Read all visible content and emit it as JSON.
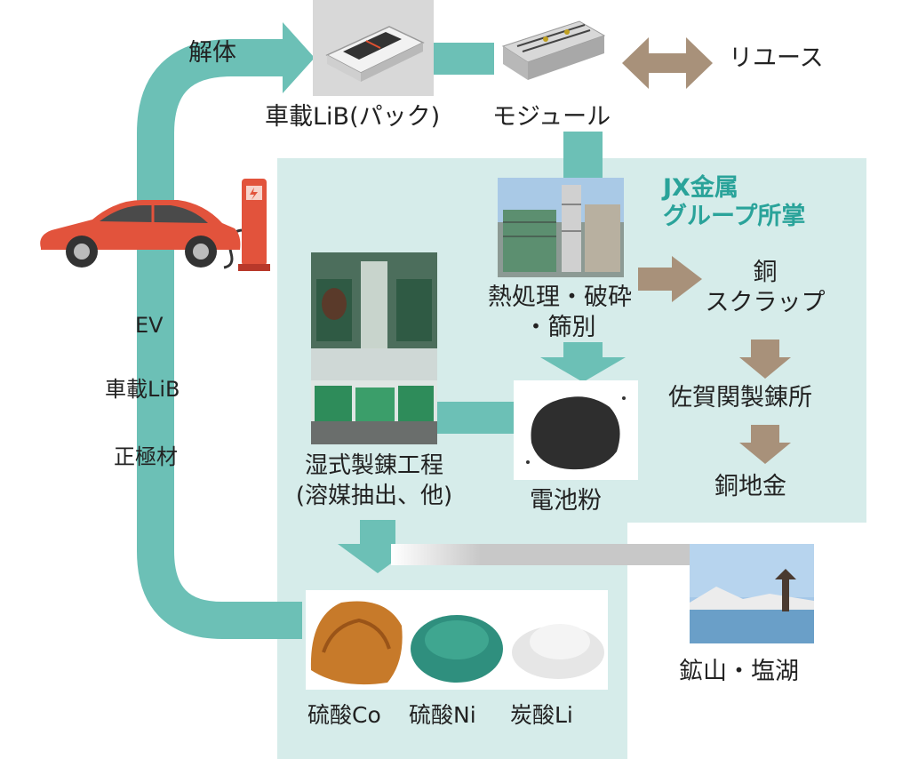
{
  "labels": {
    "dismantle": "解体",
    "pack": "車載LiB(パック)",
    "module": "モジュール",
    "reuse": "リユース",
    "group_line1": "JX金属",
    "group_line2": "グループ所掌",
    "heat_line1": "熱処理・破砕",
    "heat_line2": "・篩別",
    "copper_line1": "銅",
    "copper_line2": "スクラップ",
    "saga": "佐賀関製錬所",
    "copper_metal": "銅地金",
    "wet_line1": "湿式製錬工程",
    "wet_line2": "(溶媒抽出、他)",
    "battery_powder": "電池粉",
    "ev": "EV",
    "car_lib": "車載LiB",
    "cathode": "正極材",
    "mine": "鉱山・塩湖",
    "co_sulfate": "硫酸Co",
    "ni_sulfate": "硫酸Ni",
    "li_carbonate": "炭酸Li"
  },
  "colors": {
    "teal_arrow": "#6cc0b6",
    "light_teal_panel": "#d6ecea",
    "brown_arrow": "#a8917a",
    "group_text": "#2aa39a",
    "gray_arrow": "#c8c8c8"
  }
}
